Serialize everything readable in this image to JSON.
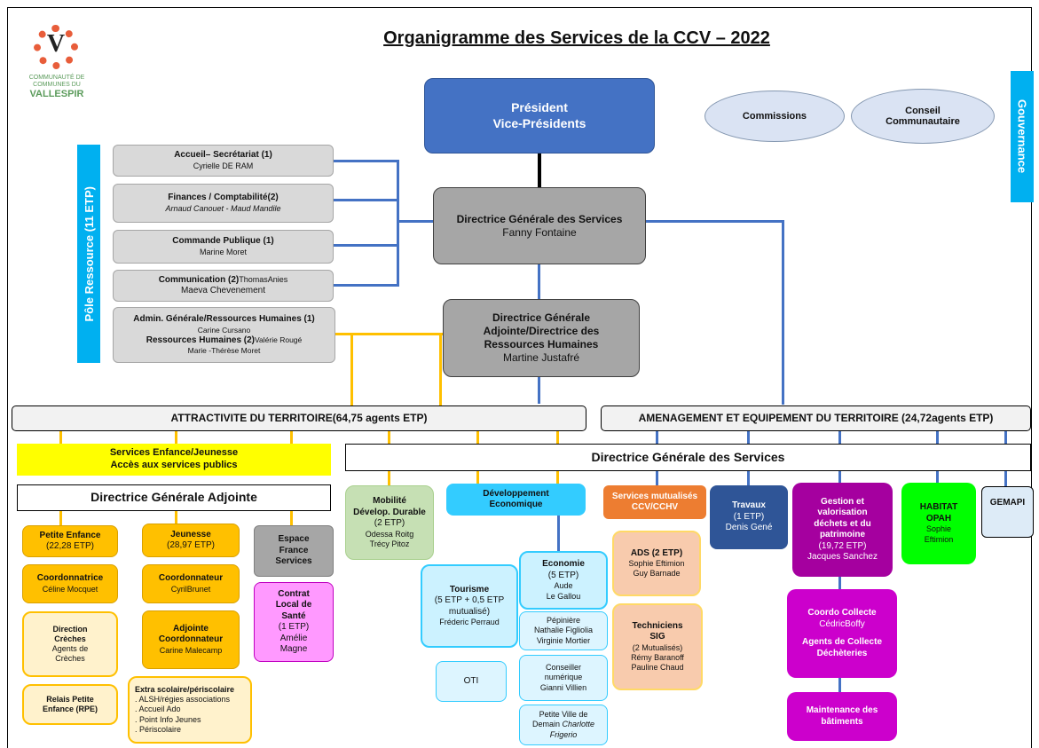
{
  "title": "Organigramme des Services de la CCV – 2022",
  "logo": {
    "letter": "V",
    "line1": "COMMUNAUTÉ DE",
    "line2": "COMMUNES DU",
    "line3": "VALLESPIR"
  },
  "gouvernance": "Gouvernance",
  "pole_ressource": "Pôle Ressource  (11 ETP)",
  "president": {
    "line1": "Président",
    "line2": "Vice-Présidents"
  },
  "commissions": "Commissions",
  "conseil": {
    "line1": "Conseil",
    "line2": "Communautaire"
  },
  "dgs": {
    "title": "Directrice Générale des Services",
    "name": "Fanny Fontaine"
  },
  "dgarh": {
    "line1": "Directrice Générale",
    "line2": "Adjointe/Directrice des",
    "line3": "Ressources Humaines",
    "name": "Martine Justafré"
  },
  "ressources": {
    "accueil": {
      "title": "Accueil– Secrétariat (1)",
      "name": "Cyrielle DE RAM"
    },
    "finances": {
      "title": "Finances / Comptabilité(2)",
      "name": "Arnaud  Canouet - Maud Mandile"
    },
    "commande": {
      "title": "Commande Publique (1)",
      "name": "Marine Moret"
    },
    "communication": {
      "title": "Communication (2)",
      "extra": "ThomasAnies",
      "name": "Maeva Chevenement"
    },
    "admin": {
      "title": "Admin. Générale/Ressources Humaines (1)",
      "name": "Carine Cursano",
      "title2": "Ressources Humaines (2)",
      "extra": "Valérie Rougé",
      "name2": "Marie -Thérèse Moret"
    }
  },
  "attractivite": "ATTRACTIVITE DU TERRITOIRE(64,75 agents ETP)",
  "amenagement": "AMENAGEMENT ET EQUIPEMENT DU TERRITOIRE  (24,72agents ETP)",
  "enfance_bar": {
    "line1": "Services Enfance/Jeunesse",
    "line2": "Accès aux services publics"
  },
  "dga": "Directrice Générale Adjointe",
  "dgs_bar": "Directrice Générale des Services",
  "petite_enfance": {
    "title": "Petite Enfance",
    "etp": "(22,28 ETP)"
  },
  "coordonnatrice": {
    "title": "Coordonnatrice",
    "name": "Céline Mocquet"
  },
  "direction_creches": {
    "line1": "Direction",
    "line2": "Crèches",
    "line3": "Agents de",
    "line4": "Crèches"
  },
  "relais": {
    "line1": "Relais Petite",
    "line2": "Enfance (RPE)"
  },
  "jeunesse": {
    "title": "Jeunesse",
    "etp": "(28,97 ETP)"
  },
  "coordonnateur": {
    "title": "Coordonnateur",
    "name": "CyrilBrunet"
  },
  "adjointe": {
    "line1": "Adjointe",
    "line2": "Coordonnateur",
    "name": "Carine  Malecamp"
  },
  "extrascolaire": {
    "title": "Extra scolaire/périscolaire",
    "items": [
      ". ALSH/régies associations",
      ". Accueil Ado",
      ". Point Info Jeunes",
      ". Périscolaire"
    ]
  },
  "france_services": {
    "line1": "Espace",
    "line2": "France",
    "line3": "Services"
  },
  "contrat": {
    "line1": "Contrat",
    "line2": "Local de",
    "line3": "Santé",
    "line4": "(1 ETP)",
    "line5": "Amélie",
    "line6": "Magne"
  },
  "mobilite": {
    "line1": "Mobilité",
    "line2": "Dévelop. Durable",
    "etp": "(2 ETP)",
    "name1": "Odessa  Roitg",
    "name2": "Trécy Pitoz"
  },
  "dev_eco": {
    "line1": "Développement",
    "line2": "Economique"
  },
  "tourisme": {
    "title": "Tourisme",
    "etp1": "(5 ETP + 0,5 ETP",
    "etp2": "mutualisé)",
    "name": "Fréderic Perraud"
  },
  "oti": "OTI",
  "economie": {
    "title": "Economie",
    "etp": "(5 ETP)",
    "name1": "Aude",
    "name2": "Le Gallou"
  },
  "pepiniere": {
    "line1": "Pépinière",
    "line2": "Nathalie  Figliolia",
    "line3": "Virginie Mortier"
  },
  "conseiller": {
    "line1": "Conseiller",
    "line2": "numérique",
    "line3": "Gianni  Villien"
  },
  "petite_ville": {
    "line1": "Petite Ville de",
    "line2": "Demain",
    "line2i": "Charlotte",
    "line3": "Frigerio"
  },
  "mutualises": {
    "line1": "Services mutualisés",
    "line2": "CCV/CCHV"
  },
  "ads": {
    "title": "ADS (2 ETP)",
    "name1": "Sophie  Eftimion",
    "name2": "Guy Barnade"
  },
  "techniciens": {
    "line1": "Techniciens",
    "line2": "SIG",
    "etp": "(2 Mutualisés)",
    "name1": "Rémy Baranoff",
    "name2": "Pauline Chaud"
  },
  "travaux": {
    "title": "Travaux",
    "etp": "(1 ETP)",
    "name": "Denis Gené"
  },
  "gestion": {
    "line1": "Gestion et",
    "line2": "valorisation",
    "line3": "déchets et du",
    "line4": "patrimoine",
    "etp": "(19,72 ETP)",
    "name": "Jacques Sanchez"
  },
  "habitat": {
    "line1": "HABITAT",
    "line2": "OPAH",
    "name1": "Sophie",
    "name2": "Eftimion"
  },
  "gemapi": "GEMAPI",
  "coordo": {
    "title": "Coordo Collecte",
    "name": "CédricBoffy",
    "line2": "Agents de Collecte",
    "line3": "Déchèteries"
  },
  "maintenance": {
    "line1": "Maintenance des",
    "line2": "bâtiments"
  }
}
